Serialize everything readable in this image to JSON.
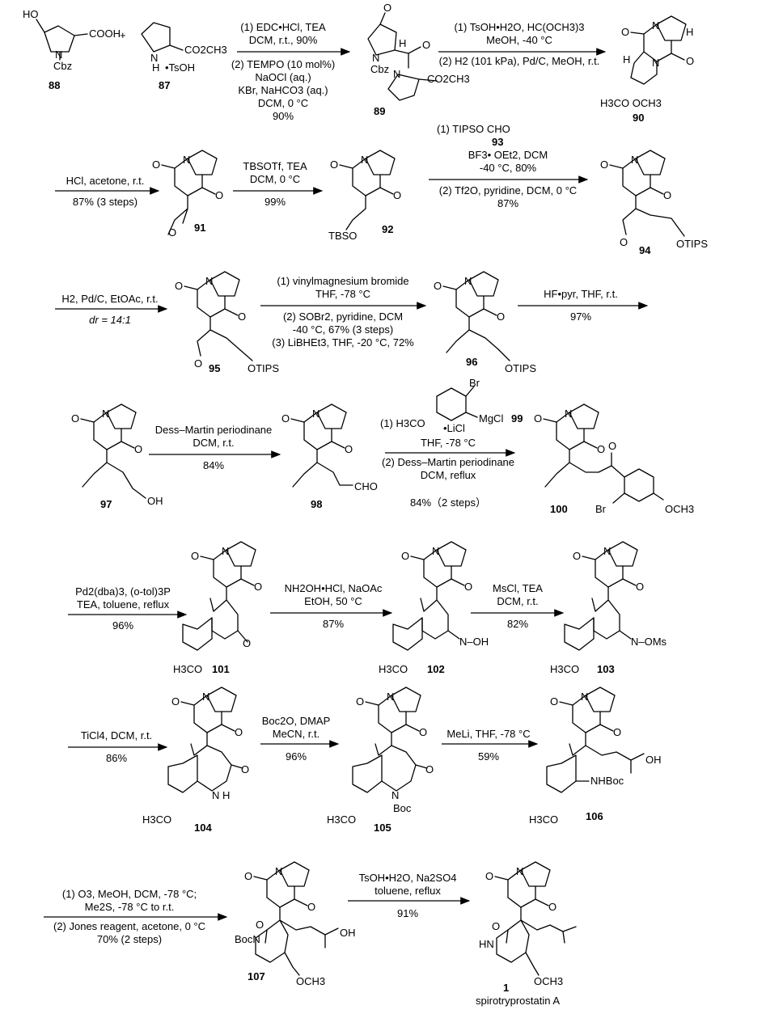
{
  "title": "",
  "row1": {
    "r88": {
      "label_ho": "HO",
      "label_n": "N",
      "label_cbz": "Cbz",
      "label_cooh": "COOH",
      "number": "88"
    },
    "plus": "+",
    "r87": {
      "label_n": "N",
      "label_h": "H",
      "label_ester": "CO2CH3",
      "label_salt": "•TsOH",
      "number": "87"
    },
    "step1_lines": [
      "(1) EDC•HCl, TEA",
      "DCM, r.t., 90%"
    ],
    "step1_lines_below": [
      "(2) TEMPO (10 mol%)",
      "NaOCl (aq.)",
      "KBr, NaHCO3 (aq.)",
      "DCM, 0 °C",
      "90%"
    ],
    "p89": {
      "number": "89",
      "label_cbz": "Cbz",
      "label_ester": "CO2CH3",
      "label_h": "H"
    },
    "step2_lines": [
      "(1) TsOH•H2O, HC(OCH3)3",
      "MeOH, -40 °C"
    ],
    "step2_lines_below": [
      "(2) H2 (101 kPa), Pd/C, MeOH, r.t."
    ],
    "p90": {
      "number": "90",
      "label_ome": "H3CO OCH3"
    }
  },
  "row2": {
    "step1": [
      "HCl, acetone, r.t.",
      "87% (3 steps)"
    ],
    "p91": {
      "number": "91"
    },
    "step2": [
      "TBSOTf, TEA",
      "DCM, 0 °C",
      "99%"
    ],
    "p92": {
      "number": "92",
      "label_otbs": "TBSO"
    },
    "reagent93": "(1) TIPSO CHO",
    "reagent93_number": "93",
    "step3": [
      "BF3• OEt2, DCM",
      "-40 °C, 80%"
    ],
    "step3_below": [
      "(2) Tf2O, pyridine, DCM, 0 °C",
      "87%"
    ],
    "p94": {
      "number": "94",
      "label_otips": "OTIPS"
    }
  },
  "row3": {
    "step1": [
      "H2, Pd/C, EtOAc, r.t.",
      "dr = 14:1"
    ],
    "p95": {
      "number": "95",
      "label_otips": "OTIPS"
    },
    "step2": [
      "(1) vinylmagnesium bromide",
      "THF, -78 °C"
    ],
    "step2_below": [
      "(2) SOBr2, pyridine, DCM",
      "-40 °C, 67% (3 steps)",
      "(3) LiBHEt3, THF, -20 °C, 72%"
    ],
    "p96": {
      "number": "96",
      "label_otips": "OTIPS"
    },
    "step3": [
      "HF•pyr, THF, r.t.",
      "97%"
    ]
  },
  "row4": {
    "p97": {
      "number": "97",
      "label_oh": "OH"
    },
    "step1": [
      "Dess–Martin periodinane",
      "DCM, r.t.",
      "84%"
    ],
    "p98": {
      "number": "98",
      "label_cho": "CHO"
    },
    "reagent99": {
      "label_br": "Br",
      "label_meo": "(1) H3CO",
      "label_licl": "•LiCl",
      "label_mgcl": "MgCl",
      "number": "99"
    },
    "step2": [
      "THF, -78 °C"
    ],
    "step2_below": [
      "(2) Dess–Martin periodinane",
      "DCM, reflux",
      "84%（2 steps）"
    ],
    "p100": {
      "number": "100",
      "label_br": "Br",
      "label_ome": "OCH3"
    }
  },
  "row5": {
    "step1": [
      "Pd2(dba)3, (o-tol)3P",
      "TEA, toluene, reflux",
      "96%"
    ],
    "p101": {
      "number": "101",
      "label_ome": "H3CO"
    },
    "step2": [
      "NH2OH•HCl, NaOAc",
      "EtOH, 50 °C",
      "87%"
    ],
    "p102": {
      "number": "102",
      "label_ome": "H3CO",
      "label_noh": "N–OH"
    },
    "step3": [
      "MsCl, TEA",
      "DCM, r.t.",
      "82%"
    ],
    "p103": {
      "number": "103",
      "label_ome": "H3CO",
      "label_noms": "N–OMs"
    }
  },
  "row6": {
    "step1": [
      "TiCl4, DCM, r.t.",
      "86%"
    ],
    "p104": {
      "number": "104",
      "label_ome": "H3CO",
      "label_nh": "N H"
    },
    "step2": [
      "Boc2O, DMAP",
      "MeCN, r.t.",
      "96%"
    ],
    "p105": {
      "number": "105",
      "label_ome": "H3CO",
      "label_boc": "Boc"
    },
    "step3": [
      "MeLi, THF, -78 °C",
      "59%"
    ],
    "p106": {
      "number": "106",
      "label_ome": "H3CO",
      "label_nhboc": "NHBoc",
      "label_oh": "OH"
    }
  },
  "row7": {
    "step1": [
      "(1) O3, MeOH, DCM, -78 °C;",
      "Me2S, -78 °C to r.t."
    ],
    "step1_below": [
      "(2) Jones reagent, acetone, 0 °C",
      "70% (2 steps)"
    ],
    "p107": {
      "number": "107",
      "label_bocn": "BocN",
      "label_oh": "OH",
      "label_ome": "OCH3"
    },
    "step2": [
      "TsOH•H2O, Na2SO4",
      "toluene, reflux"
    ],
    "step2_below": [
      "91%"
    ],
    "p1": {
      "number": "1",
      "name": "spirotryprostatin A",
      "label_hn": "HN",
      "label_ome": "OCH3"
    }
  }
}
